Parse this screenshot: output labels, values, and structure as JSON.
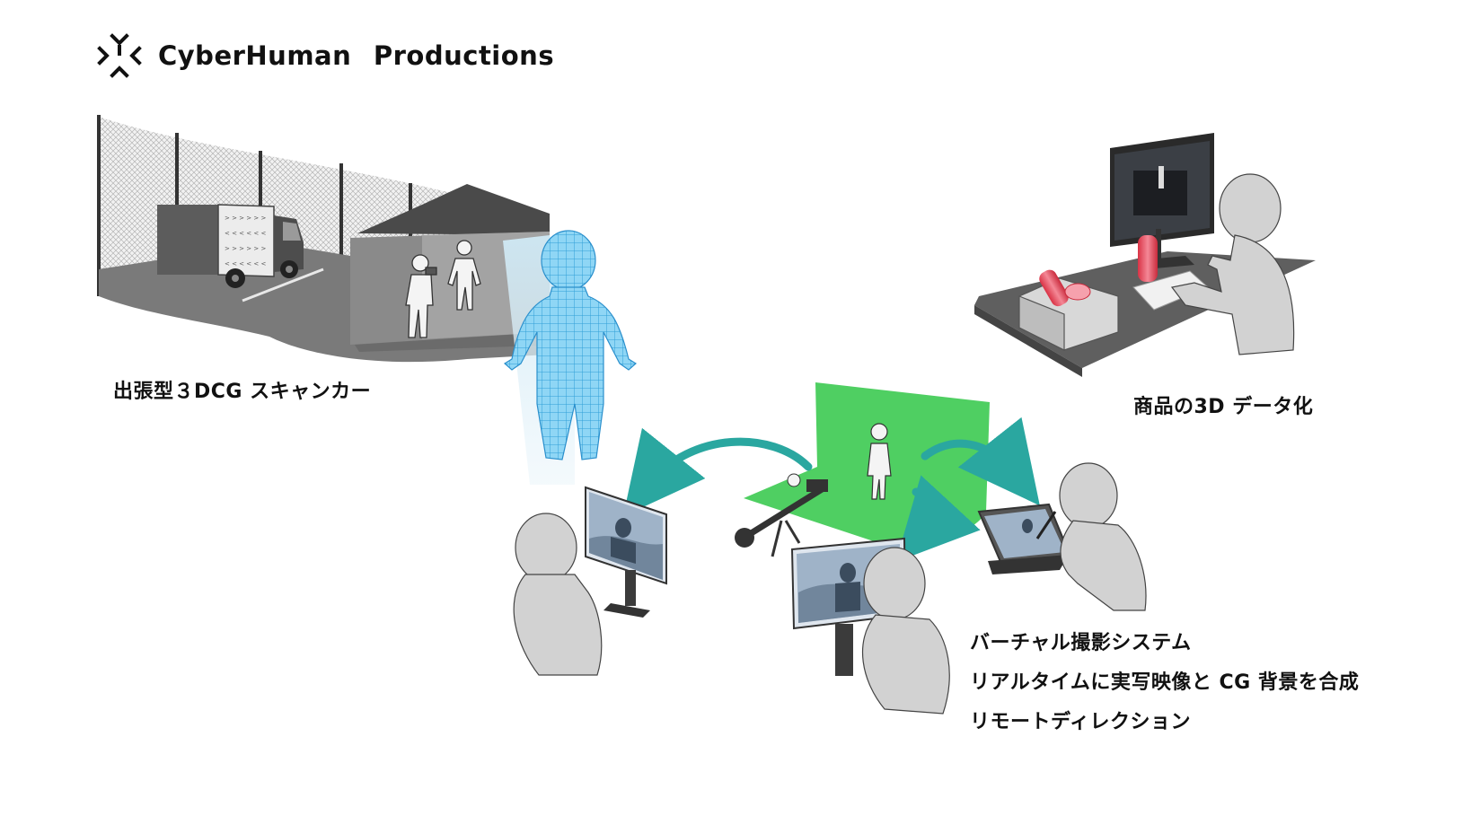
{
  "brand": {
    "name_part1": "CyberHuman",
    "name_part2": "Productions",
    "logo_icon": "cyberhuman-logo-icon"
  },
  "labels": {
    "scanner_car": "出張型３DCG スキャンカー",
    "product_3d": "商品の3D データ化",
    "virtual_system": "バーチャル撮影システム",
    "realtime_composite": "リアルタイムに実写映像と CG 背景を合成",
    "remote_direction": "リモートディレクション"
  },
  "colors": {
    "greenscreen": "#4fcf62",
    "wireframe": "#4ab8e8",
    "arrow_teal": "#2aa7a0",
    "figure_gray": "#d2d2d2",
    "ground_gray": "#7a7a7a",
    "product_red": "#e24a5a"
  }
}
